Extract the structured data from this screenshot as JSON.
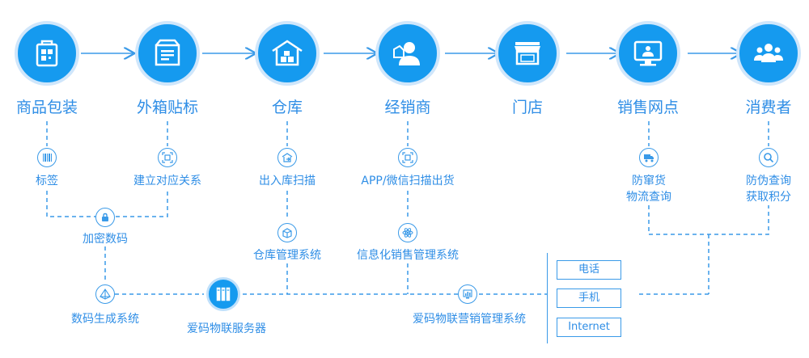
{
  "stages": [
    {
      "label": "商品包装",
      "icon": "qr-box-icon"
    },
    {
      "label": "外箱贴标",
      "icon": "box-label-icon"
    },
    {
      "label": "仓库",
      "icon": "warehouse-icon"
    },
    {
      "label": "经销商",
      "icon": "dealer-person-icon"
    },
    {
      "label": "门店",
      "icon": "storefront-icon"
    },
    {
      "label": "销售网点",
      "icon": "monitor-sales-icon"
    },
    {
      "label": "消费者",
      "icon": "consumers-group-icon"
    }
  ],
  "sub_nodes": {
    "label_tag": "标签",
    "build_relation": "建立对应关系",
    "in_out_scan": "出入库扫描",
    "app_scan": "APP/微信扫描出货",
    "anti_cross_line1": "防窜货",
    "anti_cross_line2": "物流查询",
    "anti_fake_line1": "防伪查询",
    "anti_fake_line2": "获取积分",
    "encrypt": "加密数码",
    "warehouse_system": "仓库管理系统",
    "info_system": "信息化销售管理系统",
    "code_gen_system": "数码生成系统",
    "server": "爱码物联服务器",
    "marketing_system": "爱码物联营销管理系统"
  },
  "channels": [
    "电话",
    "手机",
    "Internet"
  ],
  "colors": {
    "primary": "#159aef",
    "line": "#3a9ae8",
    "text": "#2f8ee6"
  }
}
